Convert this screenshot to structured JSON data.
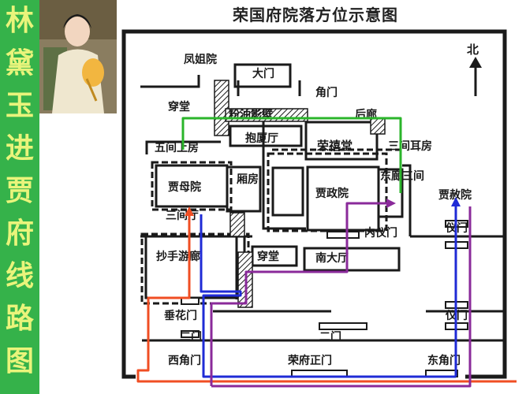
{
  "banner": {
    "title_chars": [
      "林",
      "黛",
      "玉",
      "进",
      "贾",
      "府",
      "线",
      "路",
      "图"
    ]
  },
  "map": {
    "title": "荣国府院落方位示意图",
    "compass_label": "北",
    "labels": {
      "fengjie": "凤姐院",
      "damen": "大门",
      "jiaomen": "角门",
      "chuantang_top": "穿堂",
      "fenyou_yingbi": "粉油影壁",
      "houlang": "后廊",
      "wujian_shangfang": "五间上房",
      "baosha_ting": "抱厦厅",
      "rongxi_tang": "荣禧堂",
      "sanjian_erfang": "三间耳房",
      "jiamu_yuan": "贾母院",
      "xiangfang": "厢房",
      "jiazheng_yuan": "贾政院",
      "dong_xiao": "东廊三间",
      "jiashe_yuan": "贾赦院",
      "sanjian_ting": "三间厅",
      "nei_yimen": "内仪门",
      "yimen_1": "仪门",
      "chaoshou_youlang": "抄手游廊",
      "chuantang_mid": "穿堂",
      "nan_dating": "南大厅",
      "chuihua_men": "垂花门",
      "yimen_2": "仪门",
      "ermen_left": "二门",
      "ermen_mid": "二门",
      "xi_jiaomen": "西角门",
      "rongfu_zhengmen": "荣府正门",
      "dong_jiaomen": "东角门"
    }
  },
  "colors": {
    "banner_bg": "#35b24a",
    "banner_text": "#e9f47b",
    "route_orange": "#f04e23",
    "route_blue": "#1f2bd6",
    "route_purple": "#8a2a9a",
    "route_green": "#2bb52b",
    "wall": "#1a1a1a"
  }
}
